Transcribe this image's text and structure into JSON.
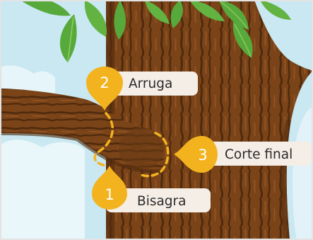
{
  "colors": {
    "sky": "#c9e8f1",
    "cloud": "#e9f6fa",
    "trunk": "#7a4418",
    "trunk_dark": "#4f2a0e",
    "trunk_light": "#945424",
    "leaf": "#58a93c",
    "leaf_light": "#8ccc5c",
    "callout": "#f3b31f",
    "label_bg": "#f5eee6",
    "border": "#e3e3e3"
  },
  "callouts": [
    {
      "number": "1",
      "label": "Bisagra",
      "icon": "pin-down-marker"
    },
    {
      "number": "2",
      "label": "Arruga",
      "icon": "pin-down-marker"
    },
    {
      "number": "3",
      "label": "Corte final",
      "icon": "pin-left-marker"
    }
  ]
}
